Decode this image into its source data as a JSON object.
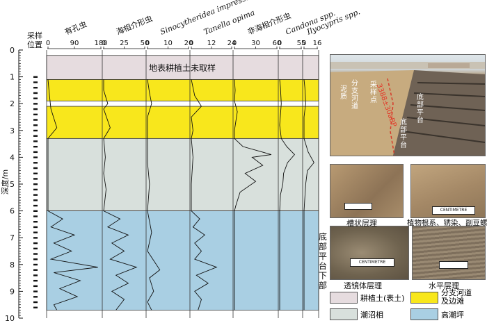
{
  "depth_label": "深度/m",
  "sampling_label": [
    "采样",
    "位置"
  ],
  "depth_ticks": [
    "0",
    "1",
    "2",
    "3",
    "4",
    "5",
    "6",
    "7",
    "8",
    "9",
    "10"
  ],
  "columns": [
    {
      "name": "有孔虫",
      "italic": false,
      "ticks": [
        "0",
        "90",
        "180"
      ]
    },
    {
      "name": "海相介形虫",
      "italic": false,
      "ticks": [
        "0",
        "25",
        "50"
      ]
    },
    {
      "name": "Sinocytheridea impressa",
      "italic": true,
      "ticks": [
        "0",
        "10",
        "20"
      ]
    },
    {
      "name": "Tanella opima",
      "italic": true,
      "ticks": [
        "0",
        "12",
        "24"
      ]
    },
    {
      "name": "非海相介形虫",
      "italic": false,
      "ticks": [
        "0",
        "30",
        "60"
      ]
    },
    {
      "name": "Candona spp.",
      "italic": true,
      "ticks": [
        "0",
        "55"
      ]
    },
    {
      "name": "Ilyocypris spp.",
      "italic": true,
      "ticks": [
        "0",
        "16"
      ]
    }
  ],
  "top_layer_label": "地表耕植土未取样",
  "bottom_platform_label": "底部平台下部",
  "photo": {
    "main_texts": [
      "底部平台",
      "3388±30aBP",
      "采样点",
      "分支河道",
      "泥质",
      "底部平台"
    ],
    "captions": [
      "槽状层理",
      "植物根系、锈染、副豆螺",
      "透镜体层理",
      "水平层理"
    ],
    "scale_text": "CENTIMETRE"
  },
  "legend": [
    {
      "label": "耕植土(表土)",
      "color": "#e6dcdf"
    },
    {
      "label": "分支河道及边滩",
      "color": "#f8e71c"
    },
    {
      "label": "潮沼相",
      "color": "#d8e0dc"
    },
    {
      "label": "高潮坪",
      "color": "#a9cfe3"
    }
  ],
  "colors": {
    "soil": "#e6dcdf",
    "channel": "#f8e71c",
    "marsh": "#d8e0dc",
    "tidal": "#a9cfe3"
  },
  "chart_data": {
    "type": "line",
    "y_axis": {
      "label": "深度/m",
      "range": [
        0,
        10
      ],
      "ticks": [
        0,
        1,
        2,
        3,
        4,
        5,
        6,
        7,
        8,
        9,
        10
      ]
    },
    "layers": [
      {
        "name": "耕植土(表土)",
        "from": 0.2,
        "to": 1.1
      },
      {
        "name": "分支河道及边滩",
        "from": 1.1,
        "to": 1.9
      },
      {
        "name": "分支河道及边滩",
        "from": 2.1,
        "to": 3.3
      },
      {
        "name": "潮沼相",
        "from": 3.3,
        "to": 6.0
      },
      {
        "name": "高潮坪",
        "from": 6.0,
        "to": 9.7
      }
    ],
    "series": [
      {
        "name": "有孔虫",
        "max": 180,
        "points": [
          [
            1.1,
            0
          ],
          [
            1.7,
            5
          ],
          [
            2.2,
            10
          ],
          [
            2.9,
            30
          ],
          [
            3.3,
            0
          ],
          [
            4.0,
            0
          ],
          [
            5.0,
            0
          ],
          [
            6.0,
            0
          ],
          [
            6.3,
            50
          ],
          [
            6.6,
            10
          ],
          [
            6.9,
            90
          ],
          [
            7.2,
            20
          ],
          [
            7.5,
            80
          ],
          [
            7.8,
            10
          ],
          [
            8.1,
            170
          ],
          [
            8.3,
            20
          ],
          [
            8.6,
            110
          ],
          [
            8.9,
            40
          ],
          [
            9.2,
            100
          ],
          [
            9.5,
            20
          ],
          [
            9.7,
            30
          ]
        ]
      },
      {
        "name": "海相介形虫",
        "max": 50,
        "points": [
          [
            1.1,
            0
          ],
          [
            1.5,
            0
          ],
          [
            2.0,
            5
          ],
          [
            2.2,
            0
          ],
          [
            2.9,
            8
          ],
          [
            3.3,
            0
          ],
          [
            4.0,
            2
          ],
          [
            4.6,
            0
          ],
          [
            5.2,
            3
          ],
          [
            6.0,
            0
          ],
          [
            6.3,
            20
          ],
          [
            6.6,
            5
          ],
          [
            6.9,
            30
          ],
          [
            7.2,
            10
          ],
          [
            7.5,
            25
          ],
          [
            7.8,
            8
          ],
          [
            8.1,
            40
          ],
          [
            8.4,
            15
          ],
          [
            8.7,
            30
          ],
          [
            9.0,
            10
          ],
          [
            9.3,
            25
          ],
          [
            9.7,
            15
          ]
        ]
      },
      {
        "name": "Sinocytheridea impressa",
        "max": 20,
        "points": [
          [
            1.1,
            0
          ],
          [
            1.6,
            1
          ],
          [
            2.0,
            2
          ],
          [
            2.5,
            0
          ],
          [
            3.0,
            0
          ],
          [
            3.3,
            0
          ],
          [
            4.2,
            0
          ],
          [
            5.0,
            1
          ],
          [
            6.0,
            0
          ],
          [
            6.8,
            2
          ],
          [
            7.5,
            0
          ],
          [
            8.2,
            6
          ],
          [
            8.5,
            1
          ],
          [
            9.0,
            3
          ],
          [
            9.4,
            0
          ],
          [
            9.7,
            2
          ]
        ]
      },
      {
        "name": "Tanella opima",
        "max": 24,
        "points": [
          [
            1.1,
            0
          ],
          [
            1.7,
            2
          ],
          [
            2.1,
            6
          ],
          [
            2.5,
            0
          ],
          [
            3.0,
            1
          ],
          [
            3.3,
            0
          ],
          [
            4.0,
            1
          ],
          [
            5.0,
            0
          ],
          [
            6.0,
            0
          ],
          [
            6.3,
            5
          ],
          [
            6.6,
            1
          ],
          [
            6.9,
            8
          ],
          [
            7.2,
            2
          ],
          [
            7.5,
            6
          ],
          [
            7.8,
            2
          ],
          [
            8.1,
            15
          ],
          [
            8.4,
            3
          ],
          [
            8.7,
            10
          ],
          [
            9.0,
            2
          ],
          [
            9.3,
            6
          ],
          [
            9.7,
            4
          ]
        ]
      },
      {
        "name": "非海相介形虫",
        "max": 60,
        "points": [
          [
            1.1,
            0
          ],
          [
            1.5,
            1
          ],
          [
            1.9,
            0
          ],
          [
            2.3,
            4
          ],
          [
            3.0,
            0
          ],
          [
            3.3,
            0
          ],
          [
            3.6,
            12
          ],
          [
            3.9,
            52
          ],
          [
            4.0,
            25
          ],
          [
            4.3,
            40
          ],
          [
            4.6,
            15
          ],
          [
            4.9,
            30
          ],
          [
            5.3,
            8
          ],
          [
            5.8,
            2
          ],
          [
            6.0,
            0
          ],
          [
            9.7,
            0
          ]
        ]
      },
      {
        "name": "Candona spp.",
        "max": 55,
        "points": [
          [
            1.1,
            0
          ],
          [
            1.4,
            2
          ],
          [
            2.0,
            4
          ],
          [
            2.8,
            0
          ],
          [
            3.3,
            4
          ],
          [
            3.6,
            18
          ],
          [
            3.9,
            38
          ],
          [
            4.2,
            20
          ],
          [
            4.6,
            10
          ],
          [
            5.0,
            8
          ],
          [
            5.4,
            2
          ],
          [
            6.0,
            0
          ],
          [
            9.7,
            0
          ]
        ]
      },
      {
        "name": "Ilyocypris spp.",
        "max": 16,
        "points": [
          [
            1.1,
            0
          ],
          [
            1.4,
            1
          ],
          [
            2.0,
            2
          ],
          [
            2.5,
            0
          ],
          [
            3.3,
            0
          ],
          [
            3.8,
            5
          ],
          [
            4.2,
            12
          ],
          [
            4.5,
            4
          ],
          [
            5.0,
            2
          ],
          [
            6.0,
            0
          ],
          [
            9.7,
            0
          ]
        ]
      }
    ]
  }
}
